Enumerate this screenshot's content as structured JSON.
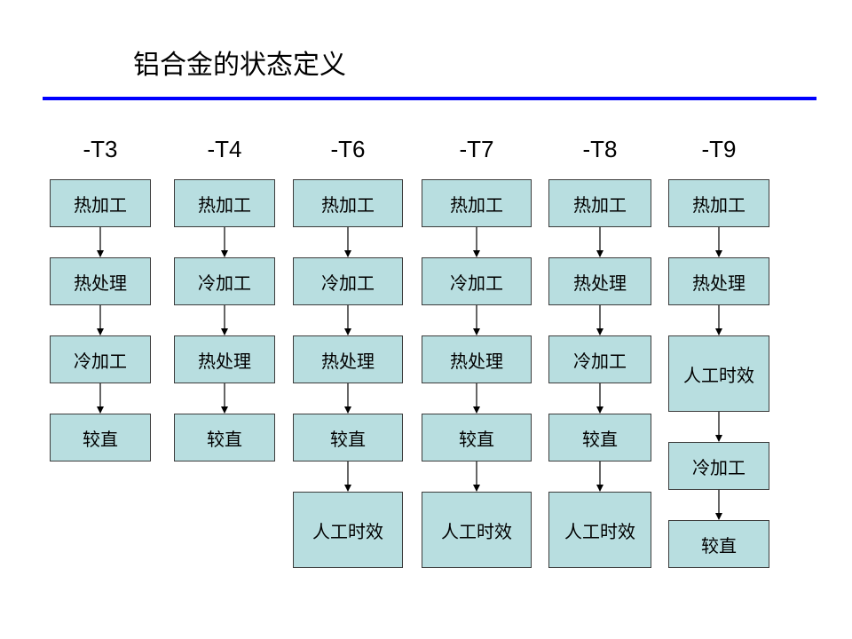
{
  "title": "铝合金的状态定义",
  "accent_color": "#0000ff",
  "box_color": "#b8dee0",
  "columns": [
    {
      "id": "t3",
      "label": "-T3",
      "steps": [
        "热加工",
        "热处理",
        "冷加工",
        "较直"
      ]
    },
    {
      "id": "t4",
      "label": "-T4",
      "steps": [
        "热加工",
        "冷加工",
        "热处理",
        "较直"
      ]
    },
    {
      "id": "t6",
      "label": "-T6",
      "steps": [
        "热加工",
        "冷加工",
        "热处理",
        "较直",
        "人工时效"
      ]
    },
    {
      "id": "t7",
      "label": "-T7",
      "steps": [
        "热加工",
        "冷加工",
        "热处理",
        "较直",
        "人工时效"
      ]
    },
    {
      "id": "t8",
      "label": "-T8",
      "steps": [
        "热加工",
        "热处理",
        "冷加工",
        "较直",
        "人工时效"
      ]
    },
    {
      "id": "t9",
      "label": "-T9",
      "steps": [
        "热加工",
        "热处理",
        "人工时效",
        "冷加工",
        "较直"
      ]
    }
  ]
}
